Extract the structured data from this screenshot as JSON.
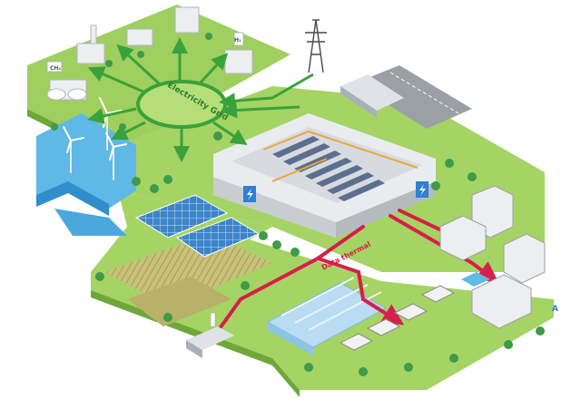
{
  "labels": {
    "electricity_grid": "Electricity Grid",
    "data_thermal": "Data thermal",
    "corner_mark": "A"
  },
  "icons": {
    "methane_tag": "CH₄",
    "hydrogen_tag": "H₂"
  },
  "colors": {
    "land": "#9fcf5f",
    "land_side": "#6fa83a",
    "water": "#5fb8e6",
    "grid_line": "#3aa23a",
    "heat_line": "#d61f4a",
    "building": "#e9ecef",
    "accent_blue": "#2f7fd3"
  }
}
